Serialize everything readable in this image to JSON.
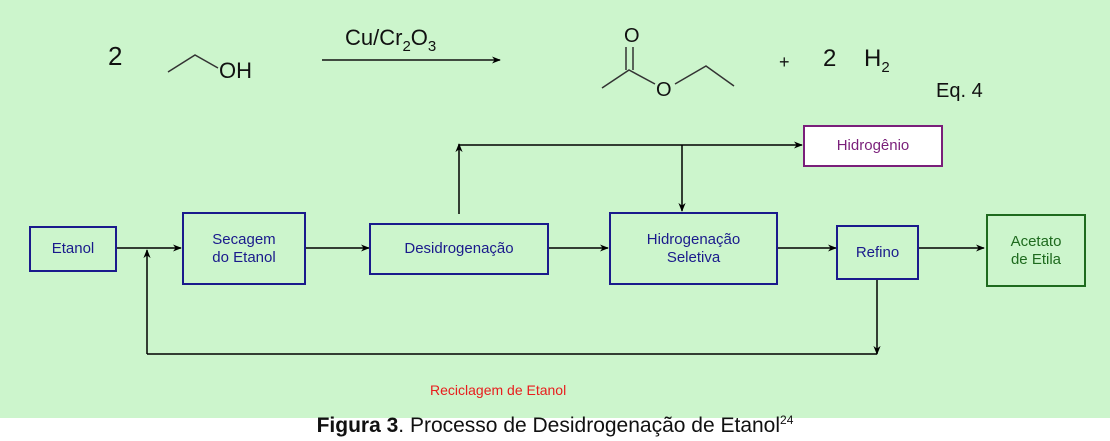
{
  "equation": {
    "coef_ethanol": "2",
    "oh_label": "OH",
    "catalyst_prefix": "Cu/Cr",
    "catalyst_sub1": "2",
    "catalyst_mid": "O",
    "catalyst_sub2": "3",
    "carbonyl_o": "O",
    "ester_o": "O",
    "plus": "+",
    "coef_h2": "2",
    "h2_h": "H",
    "h2_sub": "2",
    "label": "Eq. 4"
  },
  "boxes": {
    "etanol": "Etanol",
    "secagem_line1": "Secagem",
    "secagem_line2": "do Etanol",
    "desidrogenacao": "Desidrogenação",
    "hidrogenacao_line1": "Hidrogenação",
    "hidrogenacao_line2": "Seletiva",
    "refino": "Refino",
    "acetato_line1": "Acetato",
    "acetato_line2": "de Etila",
    "hidrogenio": "Hidrogênio"
  },
  "recycle_label": "Reciclagem de Etanol",
  "caption": {
    "bold": "Figura 3",
    "rest": ". Processo de Desidrogenação de Etanol",
    "sup": "24"
  },
  "colors": {
    "background": "#ccf5cc",
    "box_blue": "#1a1a8c",
    "hydrogen_purple": "#7a1f7a",
    "product_green": "#1e6a1e",
    "recycle_red": "#e81d1d"
  }
}
